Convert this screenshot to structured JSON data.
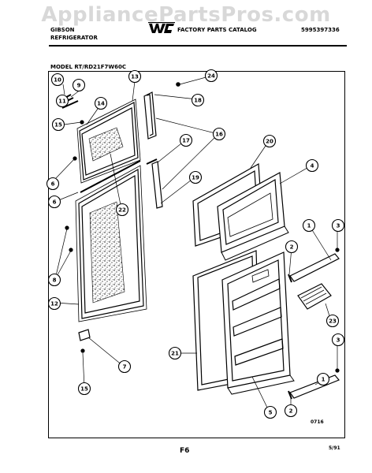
{
  "watermark": "AppliancePartsPros.com",
  "header": {
    "brand": "GIBSON",
    "product": "REFRIGERATOR",
    "catalog": "FACTORY PARTS CATALOG",
    "part_number": "5995397336",
    "model": "MODEL RT/RD21F7W60C",
    "logo_icon": "wci-logo-icon"
  },
  "footer": {
    "code": "0716",
    "page": "F6",
    "date": "5/91"
  },
  "callouts": [
    {
      "n": "10"
    },
    {
      "n": "9"
    },
    {
      "n": "11"
    },
    {
      "n": "14"
    },
    {
      "n": "13"
    },
    {
      "n": "15"
    },
    {
      "n": "6"
    },
    {
      "n": "6"
    },
    {
      "n": "22"
    },
    {
      "n": "8"
    },
    {
      "n": "12"
    },
    {
      "n": "7"
    },
    {
      "n": "15"
    },
    {
      "n": "24"
    },
    {
      "n": "18"
    },
    {
      "n": "17"
    },
    {
      "n": "16"
    },
    {
      "n": "19"
    },
    {
      "n": "20"
    },
    {
      "n": "4"
    },
    {
      "n": "1"
    },
    {
      "n": "3"
    },
    {
      "n": "2"
    },
    {
      "n": "23"
    },
    {
      "n": "21"
    },
    {
      "n": "3"
    },
    {
      "n": "1"
    },
    {
      "n": "2"
    },
    {
      "n": "5"
    }
  ]
}
